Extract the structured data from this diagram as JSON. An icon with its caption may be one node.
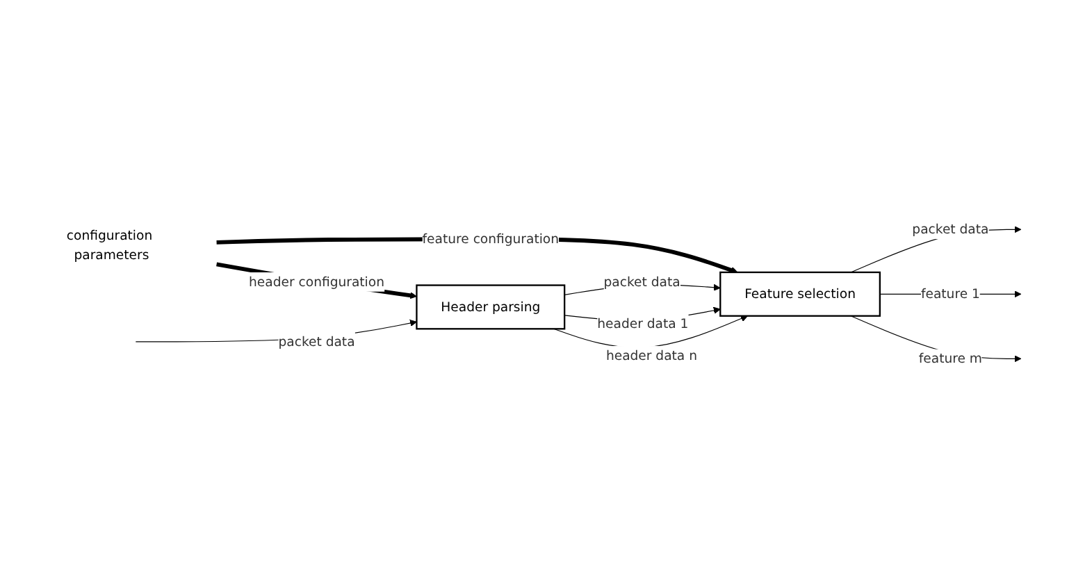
{
  "diagram": {
    "nodes": [
      {
        "text": [
          "configuration parameters"
        ]
      },
      {
        "text": [
          "Header parsing"
        ]
      },
      {
        "text": [
          "Feature selection"
        ]
      }
    ],
    "edges": [
      {
        "from": 0,
        "to": 1,
        "arrow": "to",
        "label": "header configuration",
        "style": "thick"
      },
      {
        "from": 0,
        "to": 2,
        "arrow": "to",
        "label": "feature configuration",
        "style": "thick"
      },
      {
        "from": null,
        "to": 1,
        "arrow": "to",
        "label": "packet data"
      },
      {
        "from": 1,
        "to": 2,
        "arrow": "to",
        "label": "packet data"
      },
      {
        "from": 1,
        "to": 2,
        "arrow": "to",
        "label": "header data 1"
      },
      {
        "from": 1,
        "to": 2,
        "arrow": "to",
        "label": "header data n"
      },
      {
        "from": 2,
        "to": null,
        "arrow": "to",
        "label": "packet data"
      },
      {
        "from": 2,
        "to": null,
        "arrow": "to",
        "label": "feature 1"
      },
      {
        "from": 2,
        "to": null,
        "arrow": "to",
        "label": "feature m"
      }
    ]
  }
}
